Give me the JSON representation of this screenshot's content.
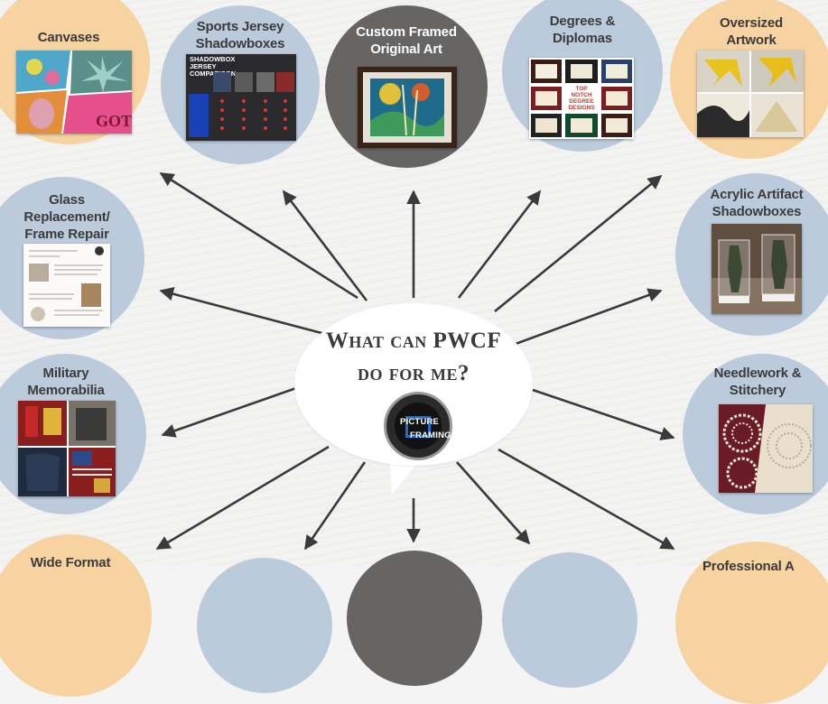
{
  "center": {
    "headline_line1": "What can PWCF",
    "headline_line2": "do for me?",
    "logo_text_top": "PICTURE",
    "logo_text_bottom": "FRAMING"
  },
  "services": {
    "canvases": "Canvases",
    "sports_jersey": "Sports Jersey Shadowboxes",
    "custom_framed": "Custom Framed Original Art",
    "degrees": "Degrees & Diplomas",
    "oversized": "Oversized Artwork",
    "glass_replacement": "Glass Replacement/ Frame Repair",
    "acrylic_artifact": "Acrylic Artifact Shadowboxes",
    "military": "Military Memorabilia",
    "needlework": "Needlework & Stitchery",
    "wide_format": "Wide Format",
    "professional": "Professional A"
  },
  "photo_text": {
    "jersey_title": "SHADOWBOX JERSEY COMPARISON",
    "degree_designs": "TOP NOTCH DEGREE DESIGNS"
  },
  "colors": {
    "peach": "#f6d3a1",
    "blue": "#bccbdc",
    "gray": "#666564",
    "arrow": "#3a3a3a"
  }
}
